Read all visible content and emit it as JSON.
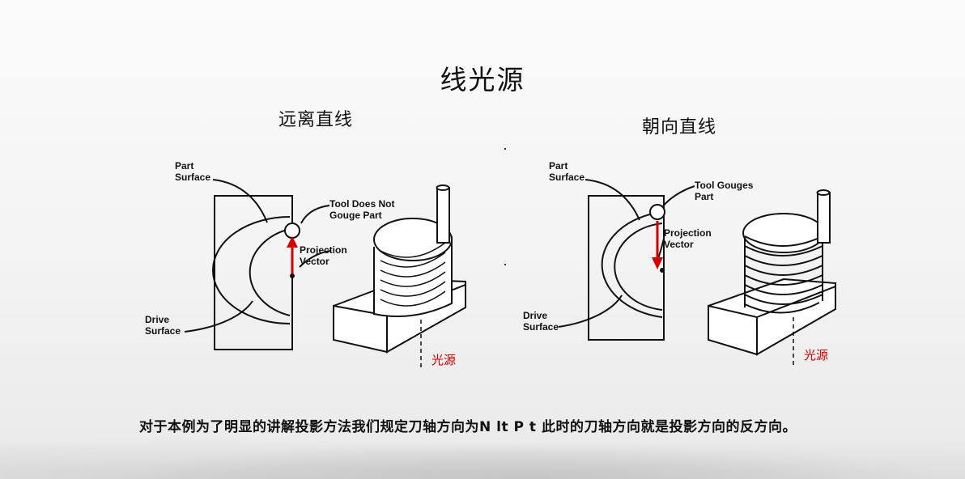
{
  "slide": {
    "title": "线光源",
    "left_heading": "远离直线",
    "right_heading": "朝向直线",
    "caption": "对于本例为了明显的讲解投影方法我们规定刀轴方向为N lt P t 此时的刀轴方向就是投影方向的反方向。"
  },
  "left_diagram": {
    "part_label_1": "Part",
    "part_label_2": "Surface",
    "tool_label_1": "Tool Does Not",
    "tool_label_2": "Gouge Part",
    "proj_label_1": "Projection",
    "proj_label_2": "Vector",
    "drive_label_1": "Drive",
    "drive_label_2": "Surface",
    "light_label": "光源"
  },
  "right_diagram": {
    "part_label_1": "Part",
    "part_label_2": "Surface",
    "tool_label_1": "Tool Gouges",
    "tool_label_2": "Part",
    "proj_label_1": "Projection",
    "proj_label_2": "Vector",
    "drive_label_1": "Drive",
    "drive_label_2": "Surface",
    "light_label": "光源"
  },
  "colors": {
    "arrow": "#d40000",
    "light_label": "#d40000"
  }
}
